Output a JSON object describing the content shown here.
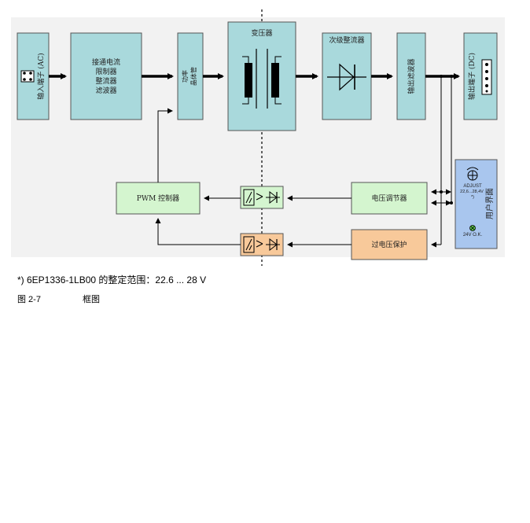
{
  "diagram": {
    "input_terminal": "输入端子 (AC)",
    "limiter_lines": [
      "接通电流",
      "限制器",
      "整流器",
      "滤波器"
    ],
    "power_transistor_lines": [
      "功率",
      "晶体管"
    ],
    "transformer": "变压器",
    "secondary_rectifier": "次级整流器",
    "output_filter": "输出滤波器",
    "output_terminal": "输出端子 (DC)",
    "pwm_controller": "PWM 控制器",
    "voltage_regulator": "电压调节器",
    "overvoltage_protection": "过电压保护",
    "user_interface": "用户界面",
    "adjust_label": "ADJUST",
    "adjust_range": "22,6...28,4V",
    "adjust_note": "*)",
    "status_label": "24V O.K."
  },
  "footnote": "*)   6EP1336-1LB00 的整定范围：22.6 ... 28 V",
  "caption": {
    "number": "图 2-7",
    "title": "框图"
  },
  "colors": {
    "teal_block": "#a9d9dc",
    "green_block": "#d4f5cf",
    "orange_block": "#f8c99a",
    "blue_panel": "#a9c6ee",
    "background_grey": "#f2f2f2"
  }
}
